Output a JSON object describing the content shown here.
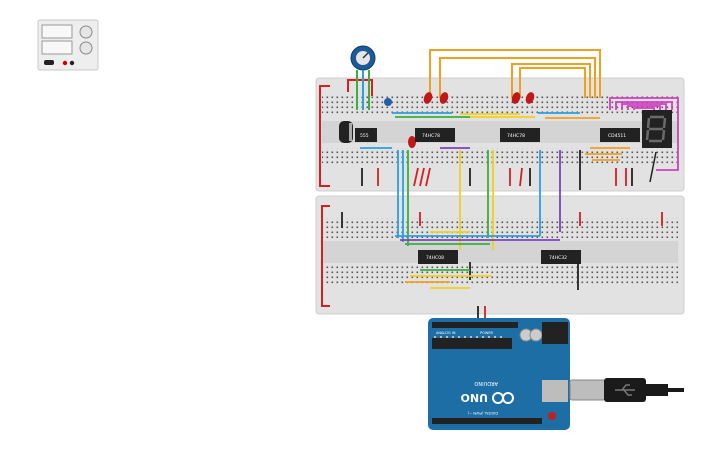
{
  "power_supply": {
    "name": "power-supply"
  },
  "breadboards": {
    "count": 2
  },
  "chips": {
    "timer": "555",
    "ic1": "74HC78",
    "ic2": "74HC78",
    "decoder": "CD4511",
    "ic3": "74HC08",
    "ic4": "74HC32"
  },
  "seven_segment": {
    "digit": "8"
  },
  "arduino": {
    "model": "UNO",
    "brand": "ARDUINO",
    "header_digital": "DIGITAL (PWM ~)",
    "header_power": "POWER",
    "header_analog": "ANALOG IN"
  },
  "colors": {
    "wire_orange": "#f0a020",
    "wire_red": "#d42020",
    "wire_blue": "#2aa0e0",
    "wire_green": "#3ab03a",
    "wire_yellow": "#f0d020",
    "wire_purple": "#8040c0",
    "wire_magenta": "#d040c0",
    "led_red": "#c01818",
    "arduino_blue": "#1e6ea6"
  }
}
